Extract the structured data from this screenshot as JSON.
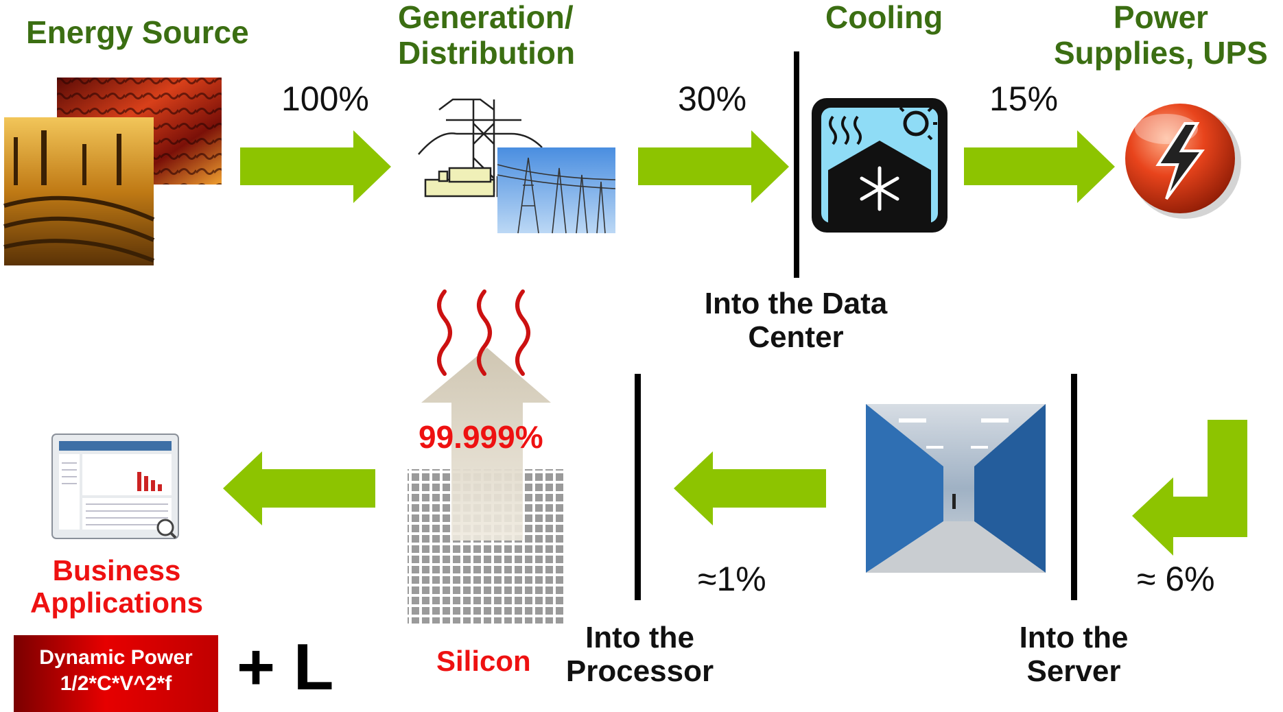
{
  "stages": {
    "energy_source": "Energy Source",
    "generation": "Generation/\nDistribution",
    "cooling": "Cooling",
    "power_supplies": "Power\nSupplies, UPS",
    "into_data_center": "Into the Data\nCenter",
    "into_server": "Into the\nServer",
    "into_processor": "Into the\nProcessor",
    "silicon": "Silicon",
    "business_apps": "Business\nApplications"
  },
  "percentages": {
    "source_to_generation": "100%",
    "generation_to_cooling": "30%",
    "cooling_to_power": "15%",
    "into_server": "≈ 6%",
    "into_processor": "≈1%",
    "silicon_heat": "99.999%"
  },
  "equation": {
    "dynamic_power": "Dynamic Power\n1/2*C*V^2*f",
    "plus_l": "+ L"
  },
  "colors": {
    "arrow": "#8dc400",
    "stage_label": "#3b6e12",
    "highlight": "#ee1111",
    "heat_wave": "#cc1111",
    "separator": "#000000"
  },
  "icons": [
    "energy-photo",
    "power-plant-icon",
    "power-lines-photo",
    "cooling-icon",
    "power-supply-icon",
    "server-room-photo",
    "silicon-die-icon",
    "heat-waves-icon",
    "business-app-screenshot"
  ]
}
